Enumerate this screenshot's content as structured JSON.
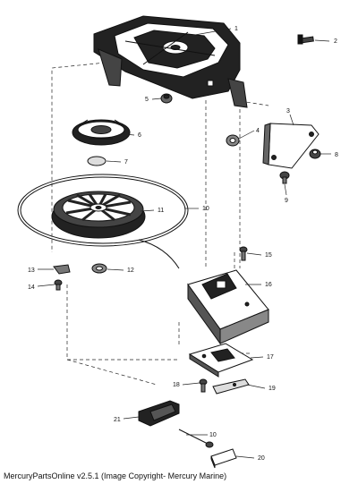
{
  "footer": {
    "text": "MercuryPartsOnline v2.5.1 (Image Copyright- Mercury Marine)"
  },
  "callouts": {
    "c1": "1",
    "c2": "2",
    "c3": "3",
    "c4": "4",
    "c5": "5",
    "c6": "6",
    "c7": "7",
    "c8": "8",
    "c9": "9",
    "c10a": "10",
    "c10b": "10",
    "c11": "11",
    "c12": "12",
    "c13": "13",
    "c14": "14",
    "c15": "15",
    "c16": "16",
    "c17": "17",
    "c18": "18",
    "c19": "19",
    "c20": "20",
    "c21": "21"
  }
}
